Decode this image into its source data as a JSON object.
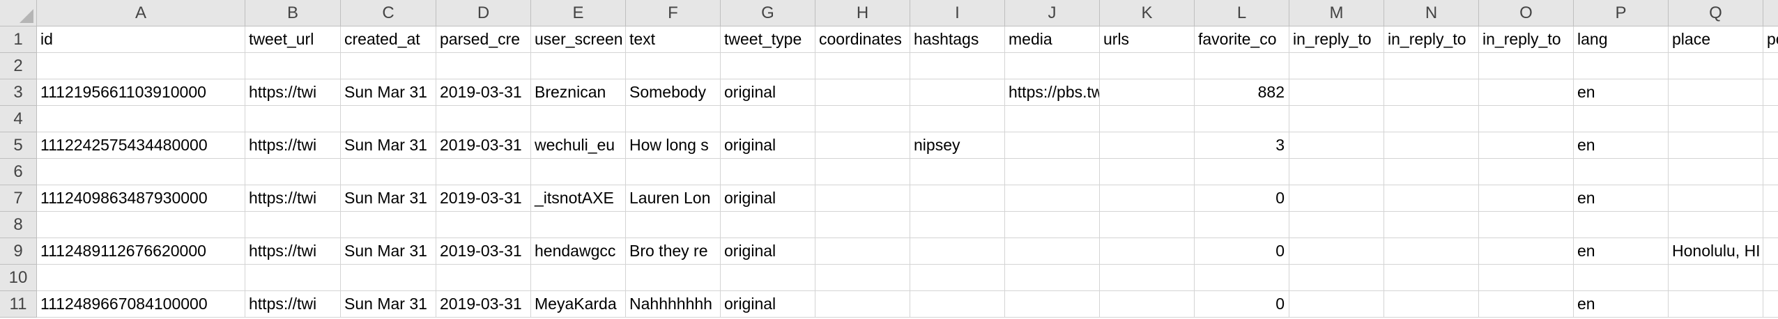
{
  "columns": [
    "A",
    "B",
    "C",
    "D",
    "E",
    "F",
    "G",
    "H",
    "I",
    "J",
    "K",
    "L",
    "M",
    "N",
    "O",
    "P",
    "Q",
    ""
  ],
  "rows": [
    [
      "id",
      "tweet_url",
      "created_at",
      "parsed_cre",
      "user_screen",
      "text",
      "tweet_type",
      "coordinates",
      "hashtags",
      "media",
      "urls",
      "favorite_co",
      "in_reply_to",
      "in_reply_to",
      "in_reply_to",
      "lang",
      "place",
      "po"
    ],
    [
      "",
      "",
      "",
      "",
      "",
      "",
      "",
      "",
      "",
      "",
      "",
      "",
      "",
      "",
      "",
      "",
      "",
      ""
    ],
    [
      "1112195661103910000",
      "https://twi",
      "Sun Mar 31",
      "2019-03-31",
      "Breznican",
      "Somebody",
      "original",
      "",
      "",
      "https://pbs.twimg.com",
      "",
      "882",
      "",
      "",
      "",
      "en",
      "",
      ""
    ],
    [
      "",
      "",
      "",
      "",
      "",
      "",
      "",
      "",
      "",
      "",
      "",
      "",
      "",
      "",
      "",
      "",
      "",
      ""
    ],
    [
      "1112242575434480000",
      "https://twi",
      "Sun Mar 31",
      "2019-03-31",
      "wechuli_eu",
      "How long s",
      "original",
      "",
      "nipsey",
      "",
      "",
      "3",
      "",
      "",
      "",
      "en",
      "",
      ""
    ],
    [
      "",
      "",
      "",
      "",
      "",
      "",
      "",
      "",
      "",
      "",
      "",
      "",
      "",
      "",
      "",
      "",
      "",
      ""
    ],
    [
      "1112409863487930000",
      "https://twi",
      "Sun Mar 31",
      "2019-03-31",
      "_itsnotAXE",
      "Lauren Lon",
      "original",
      "",
      "",
      "",
      "",
      "0",
      "",
      "",
      "",
      "en",
      "",
      ""
    ],
    [
      "",
      "",
      "",
      "",
      "",
      "",
      "",
      "",
      "",
      "",
      "",
      "",
      "",
      "",
      "",
      "",
      "",
      ""
    ],
    [
      "1112489112676620000",
      "https://twi",
      "Sun Mar 31",
      "2019-03-31",
      "hendawgcc",
      "Bro they re",
      "original",
      "",
      "",
      "",
      "",
      "0",
      "",
      "",
      "",
      "en",
      "Honolulu, HI",
      ""
    ],
    [
      "",
      "",
      "",
      "",
      "",
      "",
      "",
      "",
      "",
      "",
      "",
      "",
      "",
      "",
      "",
      "",
      "",
      ""
    ],
    [
      "1112489667084100000",
      "https://twi",
      "Sun Mar 31",
      "2019-03-31",
      "MeyaKarda",
      "Nahhhhhhh",
      "original",
      "",
      "",
      "",
      "",
      "0",
      "",
      "",
      "",
      "en",
      "",
      ""
    ]
  ],
  "row_numbers": [
    "1",
    "2",
    "3",
    "4",
    "5",
    "6",
    "7",
    "8",
    "9",
    "10",
    "11"
  ],
  "numeric_columns": [
    11
  ],
  "colors": {
    "header_bg": "#e6e6e6",
    "gridline": "#d4d4d4",
    "text": "#000000"
  }
}
